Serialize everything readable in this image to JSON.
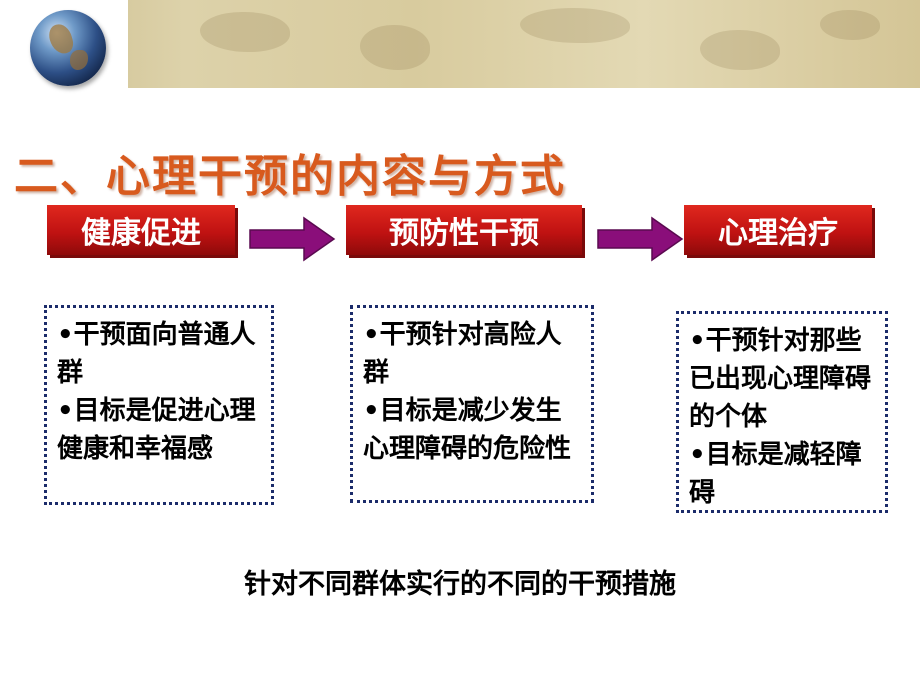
{
  "title": "二、心理干预的内容与方式",
  "stages": [
    {
      "label": "健康促进",
      "lines": [
        "•干预面向普通人群",
        "•目标是促进心理健康和幸福感"
      ]
    },
    {
      "label": "预防性干预",
      "lines": [
        "•干预针对高险人群",
        "•目标是减少发生心理障碍的危险性"
      ]
    },
    {
      "label": "心理治疗",
      "lines": [
        "•干预针对那些已出现心理障碍的个体",
        "•目标是减轻障碍"
      ]
    }
  ],
  "footer": "针对不同群体实行的不同的干预措施",
  "colors": {
    "title": "#d85a1e",
    "label_bg": "#c01212",
    "arrow": "#8a0e7a",
    "border": "#1b2b6a"
  }
}
